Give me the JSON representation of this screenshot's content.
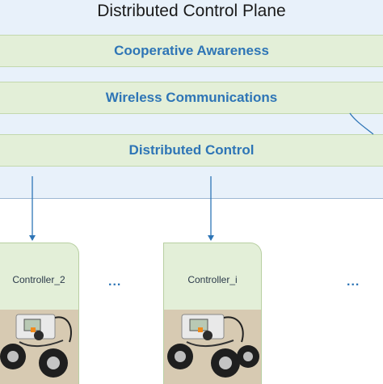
{
  "diagram": {
    "title": "Distributed Control Plane",
    "layers": {
      "cooperative_awareness": "Cooperative Awareness",
      "wireless_communications": "Wireless Communications",
      "distributed_control": "Distributed Control"
    },
    "controllers": [
      {
        "label": "Controller_2"
      },
      {
        "label": "Controller_i"
      }
    ],
    "ellipsis": "...",
    "colors": {
      "plane_background": "#e8f1fa",
      "layer_band": "#e3efd8",
      "layer_text": "#2e75b6",
      "arrow": "#2e75b6"
    }
  }
}
